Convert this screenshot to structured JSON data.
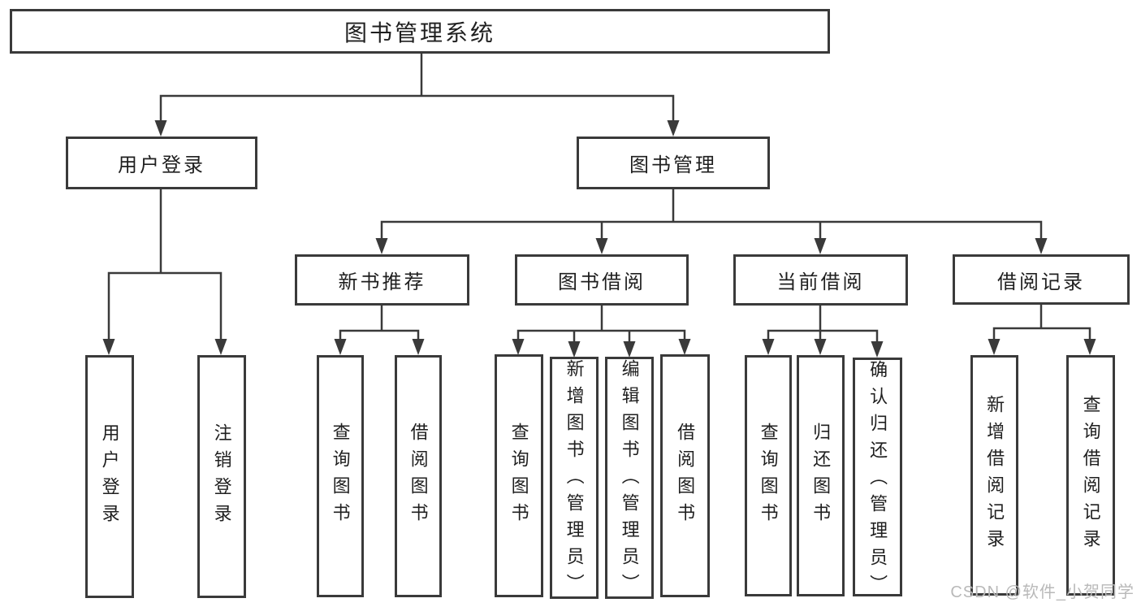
{
  "colors": {
    "line": "#3a3a3a",
    "box_border": "#3a3a3a",
    "text": "#1f1f1f",
    "background": "#ffffff",
    "watermark": "#b9b9b9"
  },
  "tree": {
    "root": {
      "label": "图书管理系统"
    },
    "branches": {
      "user_login": {
        "label": "用户登录",
        "leaves": [
          "用户登录",
          "注销登录"
        ]
      },
      "book_management": {
        "label": "图书管理",
        "sections": {
          "new_book": {
            "label": "新书推荐",
            "leaves": [
              "查询图书",
              "借阅图书"
            ]
          },
          "book_borrow": {
            "label": "图书借阅",
            "leaves": [
              "查询图书",
              "新增图书（管理员）",
              "编辑图书（管理员）",
              "借阅图书"
            ]
          },
          "current_borrow": {
            "label": "当前借阅",
            "leaves": [
              "查询图书",
              "归还图书",
              "确认归还（管理员）"
            ]
          },
          "borrow_record": {
            "label": "借阅记录",
            "leaves": [
              "新增借阅记录",
              "查询借阅记录"
            ]
          }
        }
      }
    }
  },
  "watermark": "CSDN @软件_小贺同学"
}
